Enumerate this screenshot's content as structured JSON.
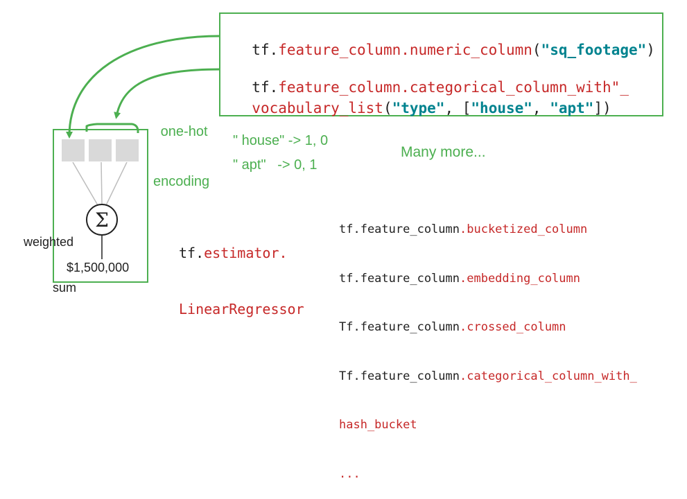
{
  "code_box": {
    "line1": {
      "prefix": "tf.",
      "func": "feature_column.numeric_column",
      "open": "(",
      "arg": "\"sq_footage\"",
      "close": ")"
    },
    "line2": {
      "prefix": "tf.",
      "func": "feature_column.categorical_column_with\"_"
    },
    "line3": {
      "func": "vocabulary_list",
      "open": "(",
      "arg1": "\"type\"",
      "sep1": ", [",
      "arg2": "\"house\"",
      "sep2": ", ",
      "arg3": "\"apt\"",
      "close": "])"
    }
  },
  "annotation": {
    "line1": "one-hot",
    "line2": "encoding"
  },
  "mapping": {
    "house": "\" house\" -> 1, 0",
    "apt": "\" apt\"   -> 0, 1"
  },
  "many_more": "Many more...",
  "model": {
    "sum_symbol": "Σ",
    "label_line1": "weighted",
    "label_line2": "sum",
    "output": "$1,500,000"
  },
  "estimator": {
    "prefix": "tf.",
    "name1": "estimator.",
    "name2": "LinearRegressor"
  },
  "more_columns": [
    {
      "prefix": "tf.feature_column",
      "suffix": ".bucketized_column"
    },
    {
      "prefix": "tf.feature_column",
      "suffix": ".embedding_column"
    },
    {
      "prefix": "Tf.feature_column",
      "suffix": ".crossed_column"
    },
    {
      "prefix": "Tf.feature_column",
      "suffix": ".categorical_column_with_"
    },
    {
      "prefix": "",
      "suffix": "hash_bucket"
    },
    {
      "prefix": "",
      "suffix": "..."
    }
  ],
  "colors": {
    "green": "#4caf50",
    "red": "#c62828",
    "teal": "#00838f",
    "text": "#212121",
    "cell": "#d9d9d9"
  }
}
